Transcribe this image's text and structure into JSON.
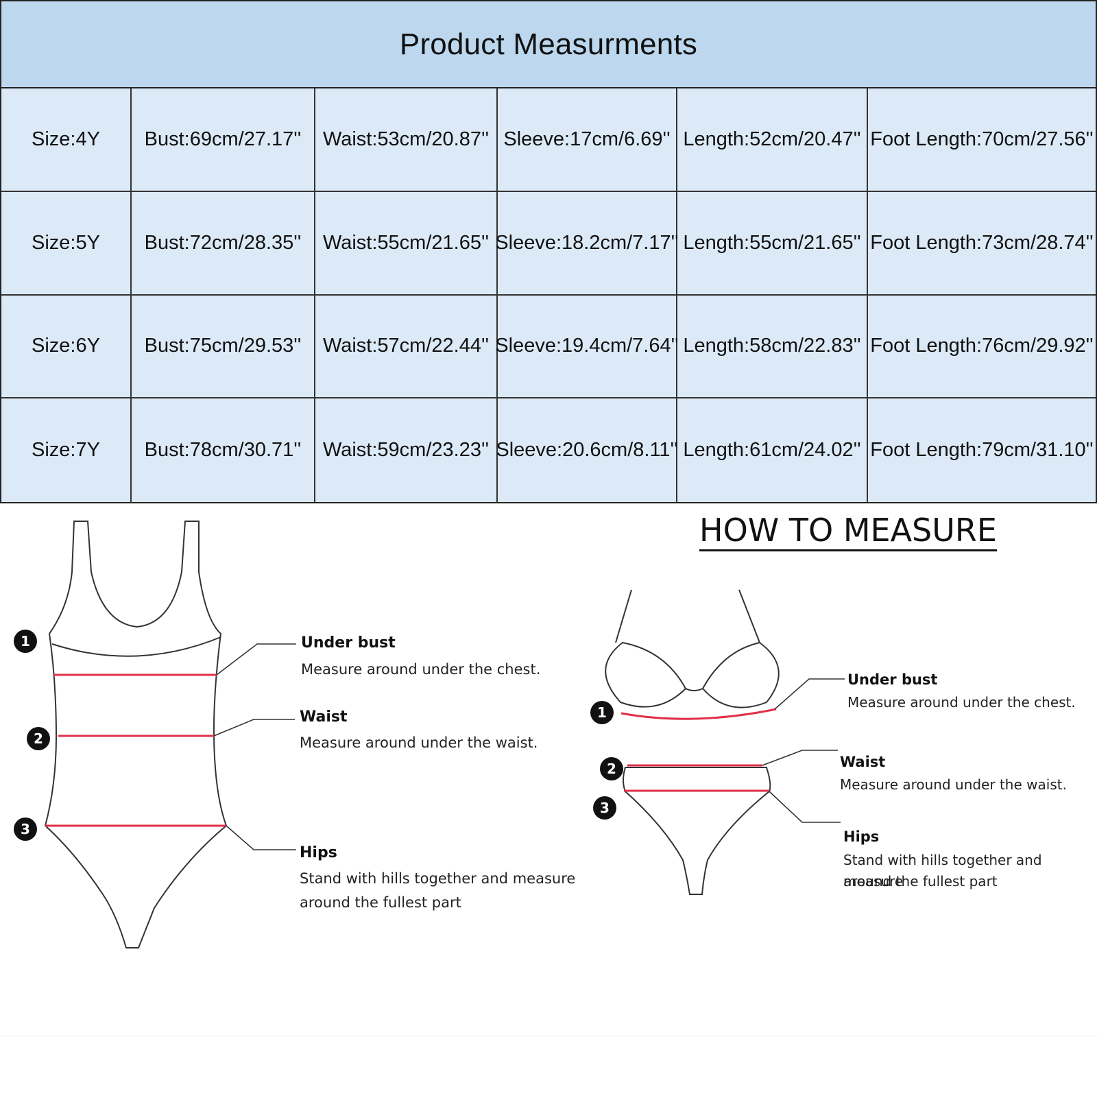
{
  "table": {
    "title": "Product Measurments",
    "rows": [
      [
        "Size:4Y",
        "Bust:69cm/27.17''",
        "Waist:53cm/20.87''",
        "Sleeve:17cm/6.69''",
        "Length:52cm/20.47''",
        "Foot Length:70cm/27.56''"
      ],
      [
        "Size:5Y",
        "Bust:72cm/28.35''",
        "Waist:55cm/21.65''",
        "Sleeve:18.2cm/7.17''",
        "Length:55cm/21.65''",
        "Foot Length:73cm/28.74''"
      ],
      [
        "Size:6Y",
        "Bust:75cm/29.53''",
        "Waist:57cm/22.44''",
        "Sleeve:19.4cm/7.64''",
        "Length:58cm/22.83''",
        "Foot Length:76cm/29.92''"
      ],
      [
        "Size:7Y",
        "Bust:78cm/30.71''",
        "Waist:59cm/23.23''",
        "Sleeve:20.6cm/8.11''",
        "Length:61cm/24.02''",
        "Foot Length:79cm/31.10''"
      ]
    ]
  },
  "guide": {
    "title": "HOW TO MEASURE",
    "badges": [
      "1",
      "2",
      "3"
    ],
    "under_bust": {
      "heading": "Under bust",
      "desc": "Measure around under the chest."
    },
    "waist": {
      "heading": "Waist",
      "desc": "Measure around under the waist."
    },
    "hips": {
      "heading": "Hips",
      "desc_line1": "Stand with hills together and measure",
      "desc_line2": "around  the fullest part"
    }
  },
  "colors": {
    "title_bg": "#bdd8ee",
    "cell_bg": "#dceaf7",
    "measure_line": "#e0304a",
    "outline": "#333333"
  }
}
